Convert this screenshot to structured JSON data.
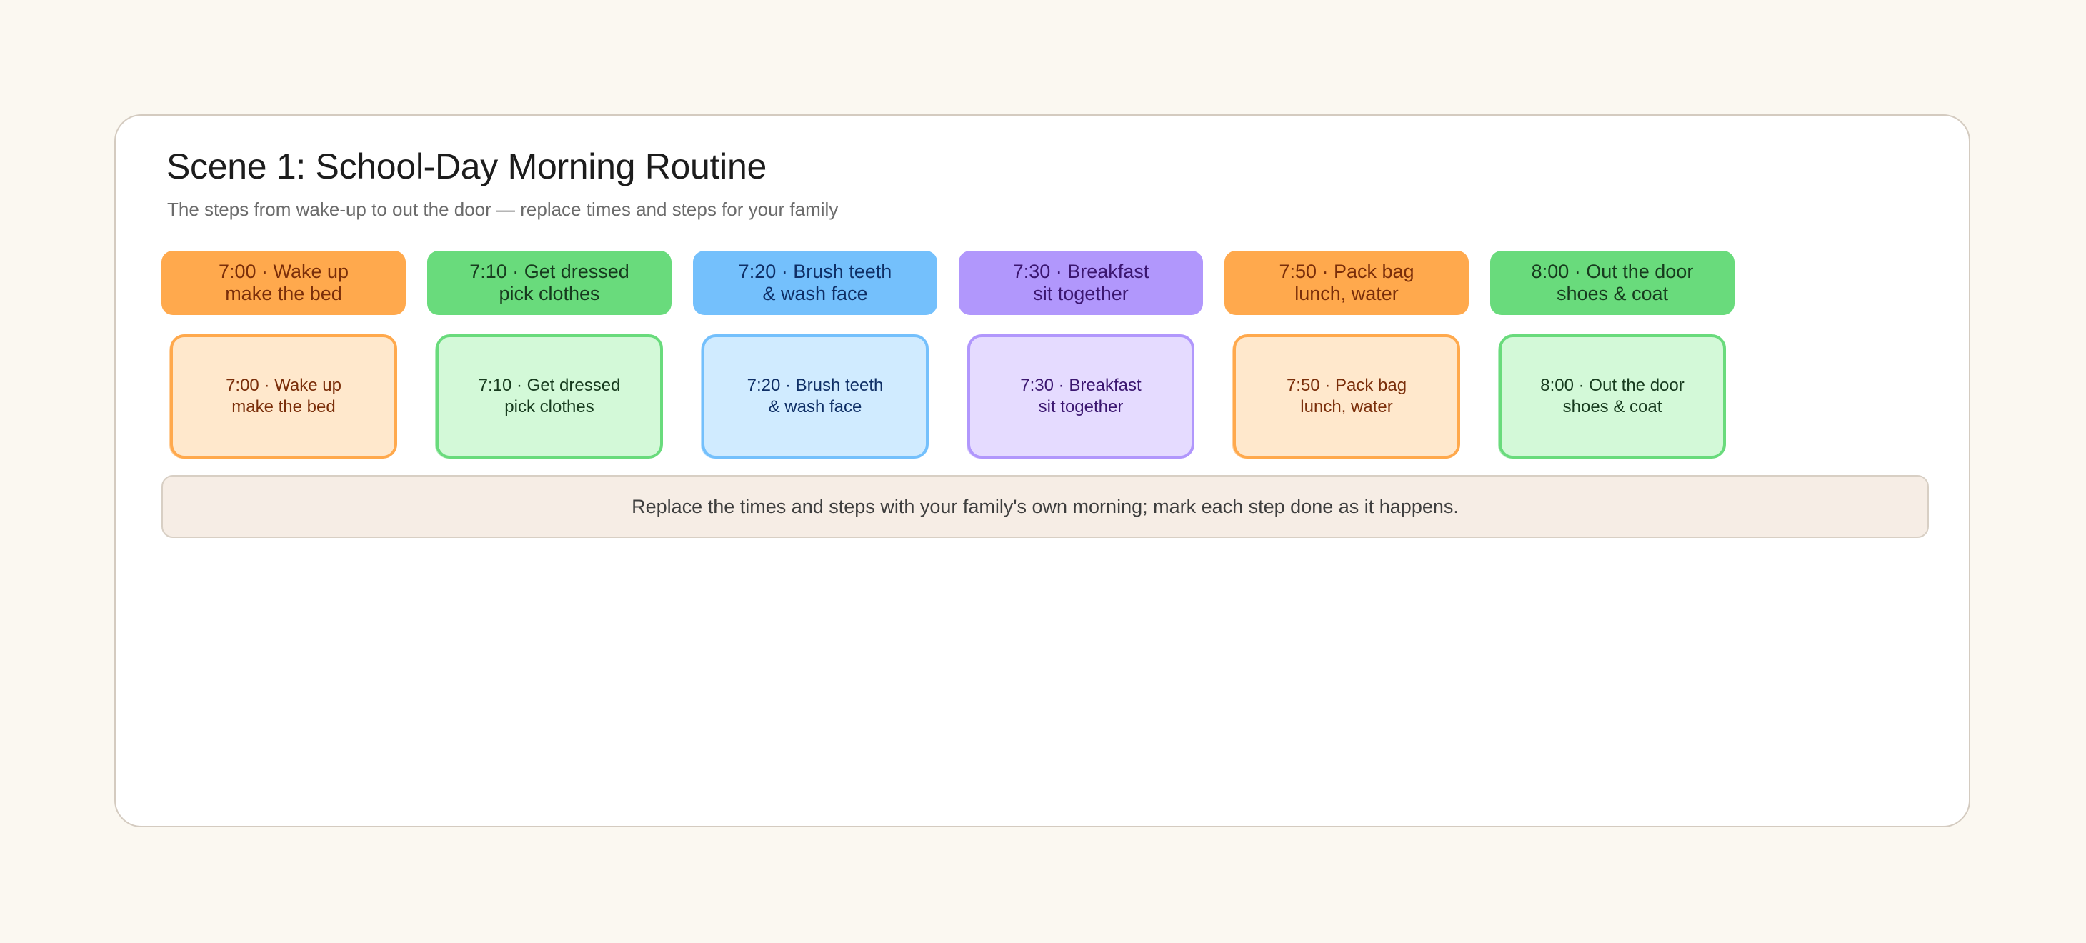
{
  "header": {
    "title": "Scene 1: School-Day Morning Routine",
    "subtitle": "The steps from wake-up to out the door — replace times and steps for your family"
  },
  "steps": [
    {
      "line1": "7:00 · Wake up",
      "line2": "make the bed",
      "color": "orange"
    },
    {
      "line1": "7:10 · Get dressed",
      "line2": "pick clothes",
      "color": "green"
    },
    {
      "line1": "7:20 · Brush teeth",
      "line2": "& wash face",
      "color": "blue"
    },
    {
      "line1": "7:30 · Breakfast",
      "line2": "sit together",
      "color": "purple"
    },
    {
      "line1": "7:50 · Pack bag",
      "line2": "lunch, water",
      "color": "orange"
    },
    {
      "line1": "8:00 · Out the door",
      "line2": "shoes & coat",
      "color": "green"
    }
  ],
  "palette": {
    "orange": {
      "pill_bg": "#ffa94d",
      "pill_text": "#7a2e0a",
      "box_bg": "#ffe8cc",
      "box_border": "#ffa94d",
      "box_text": "#7a2e0a"
    },
    "green": {
      "pill_bg": "#69db7c",
      "pill_text": "#173b1e",
      "box_bg": "#d3f9d8",
      "box_border": "#69db7c",
      "box_text": "#173b1e"
    },
    "blue": {
      "pill_bg": "#74c0fc",
      "pill_text": "#0f2f66",
      "box_bg": "#d0ebff",
      "box_border": "#74c0fc",
      "box_text": "#0f2f66"
    },
    "purple": {
      "pill_bg": "#b197fc",
      "pill_text": "#3b1670",
      "box_bg": "#e5dbff",
      "box_border": "#b197fc",
      "box_text": "#3b1670"
    }
  },
  "footer": {
    "note": "Replace the times and steps with your family's own morning; mark each step done as it happens."
  }
}
